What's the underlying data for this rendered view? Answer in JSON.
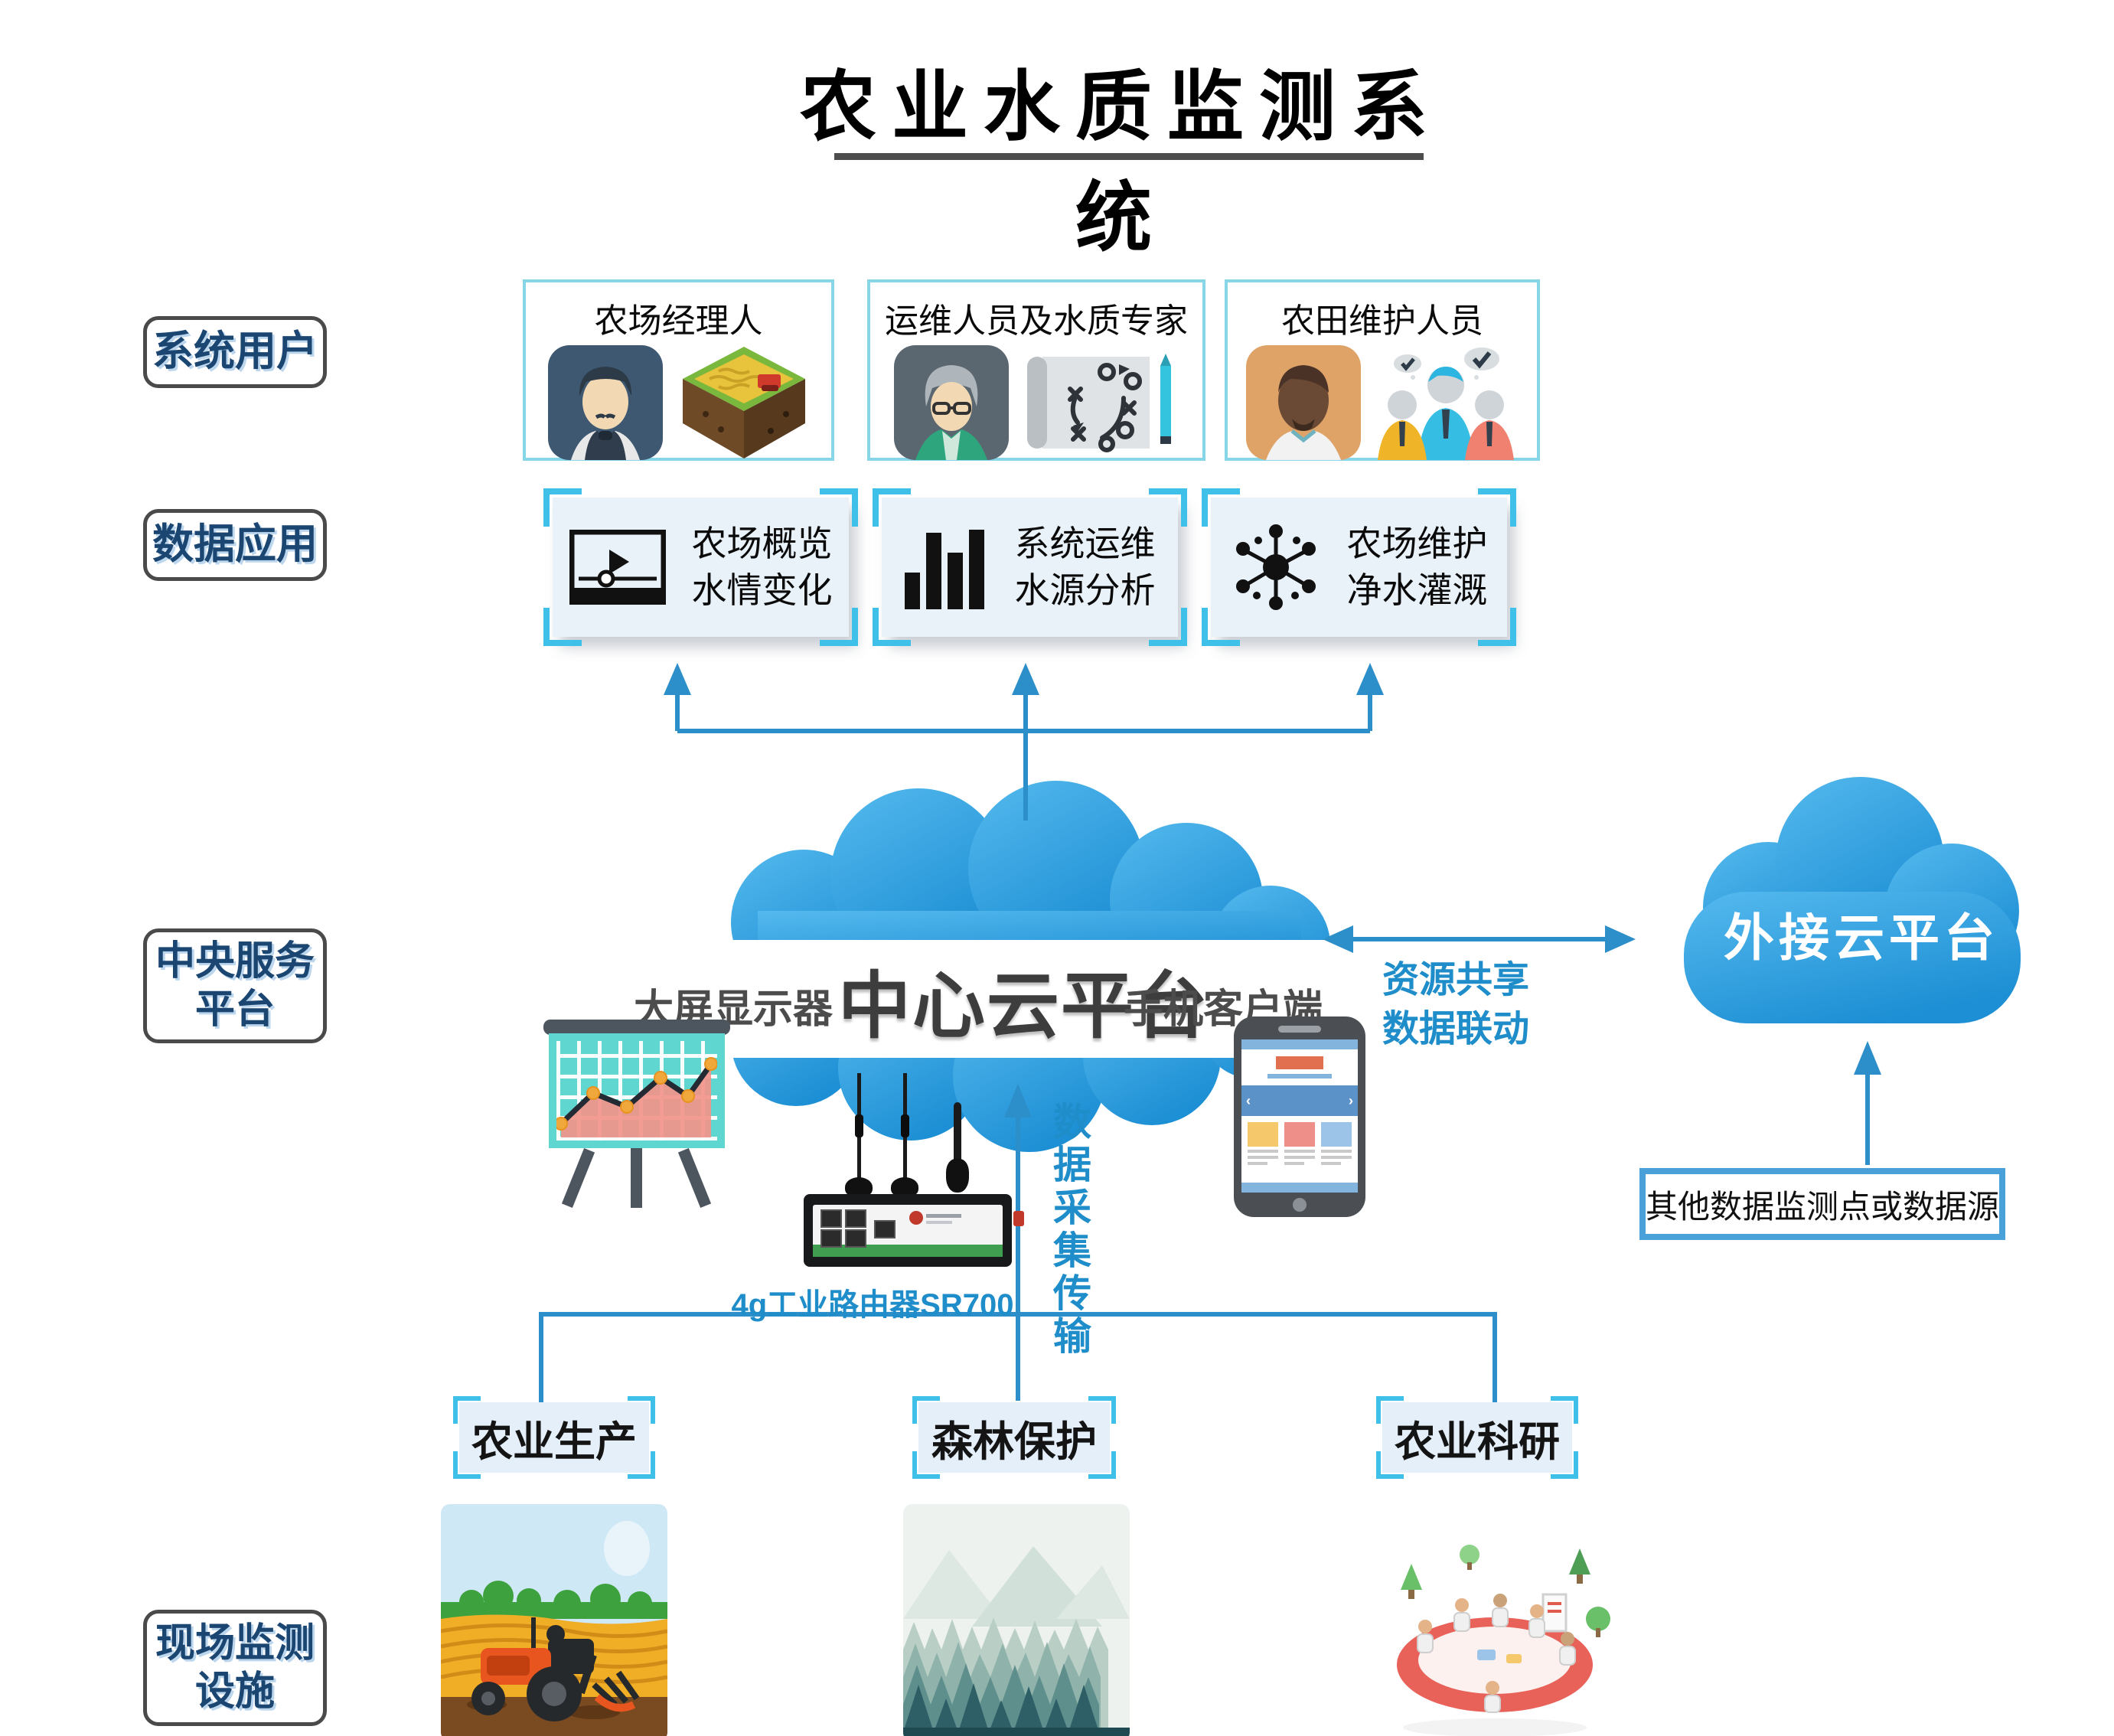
{
  "title": {
    "text": "农业水质监测系统"
  },
  "side_labels": [
    {
      "text": "系统用户"
    },
    {
      "text": "数据应用"
    },
    {
      "line1": "中央服务",
      "line2": "平台"
    },
    {
      "line1": "现场监测",
      "line2": "设施"
    }
  ],
  "user_boxes": [
    {
      "title": "农场经理人",
      "icons": [
        "manager-avatar",
        "farm-field"
      ]
    },
    {
      "title": "运维人员及水质专家",
      "icons": [
        "elder-expert-avatar",
        "strategy-plan",
        "pencil"
      ]
    },
    {
      "title": "农田维护人员",
      "icons": [
        "field-worker-avatar",
        "team-check"
      ]
    }
  ],
  "app_boxes": [
    {
      "line1": "农场概览",
      "line2": "水情变化",
      "icon": "video-player-icon"
    },
    {
      "line1": "系统运维",
      "line2": "水源分析",
      "icon": "bar-chart-icon"
    },
    {
      "line1": "农场维护",
      "line2": "净水灌溉",
      "icon": "network-hub-icon"
    }
  ],
  "cloud": {
    "left_label": "大屏显示器",
    "center_label": "中心云平台",
    "right_label": "手机客户端"
  },
  "external_cloud": {
    "label": "外接云平台"
  },
  "annotations": {
    "share": "资源共享",
    "linkage": "数据联动",
    "collect_vertical": "数据采集传输",
    "router_label": "4g工业路由器SR700",
    "other_source": "其他数据监测点或数据源"
  },
  "bottom_sections": [
    {
      "label": "农业生产",
      "image": "farm-tractor-illustration"
    },
    {
      "label": "森林保护",
      "image": "forest-illustration"
    },
    {
      "label": "农业科研",
      "image": "research-illustration"
    }
  ],
  "phone": {
    "carousel_left": "‹",
    "carousel_right": "›"
  },
  "colors": {
    "arrow_blue": "#2d8fc9",
    "cloud_blue": "#2f9fe0",
    "navy_text": "#1b4672",
    "cyan_border": "#86d6e8",
    "bracket_cyan": "#3fc0e8",
    "light_box_bg": "#e9f1f9",
    "blue_text": "#1f8dc9",
    "source_box_border": "#4aa0d8"
  }
}
